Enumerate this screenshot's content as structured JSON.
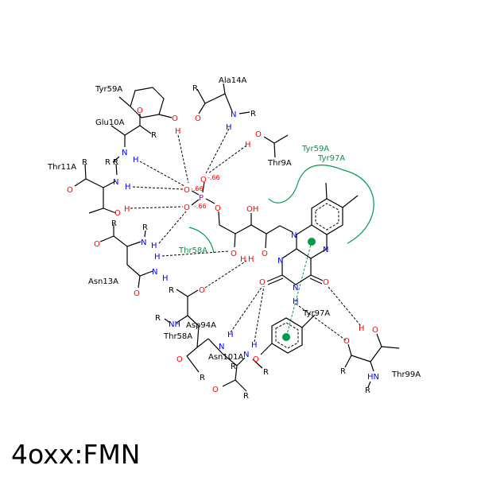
{
  "title": "4oxx:FMN",
  "residues": {
    "tyr59a": "Tyr59A",
    "ala14a": "Ala14A",
    "glu10a": "Glu10A",
    "thr11a": "Thr11A",
    "thr9a": "Thr9A",
    "asn13a": "Asn13A",
    "tyr59a_hydrophobic": "Tyr59A",
    "tyr97a_hydrophobic": "Tyr97A",
    "thr58a_hydrophobic": "Thr58A",
    "asp94a": "Asp94A",
    "thr58a": "Thr58A",
    "asn101a": "Asn101A",
    "tyr97a": "Tyr97A",
    "thr99a": "Thr99A"
  },
  "atoms": {
    "O": "O",
    "N": "N",
    "H": "H",
    "R": "R",
    "P": "P",
    "OH": "OH",
    "NH": "NH",
    "HN": "HN"
  },
  "charges": [
    "-.66",
    "-.66",
    "-.66"
  ],
  "colors": {
    "oxygen": "#ff0000",
    "nitrogen": "#0000ff",
    "phosphorus": "#cc0099",
    "hydrophobic": "#00994d"
  }
}
